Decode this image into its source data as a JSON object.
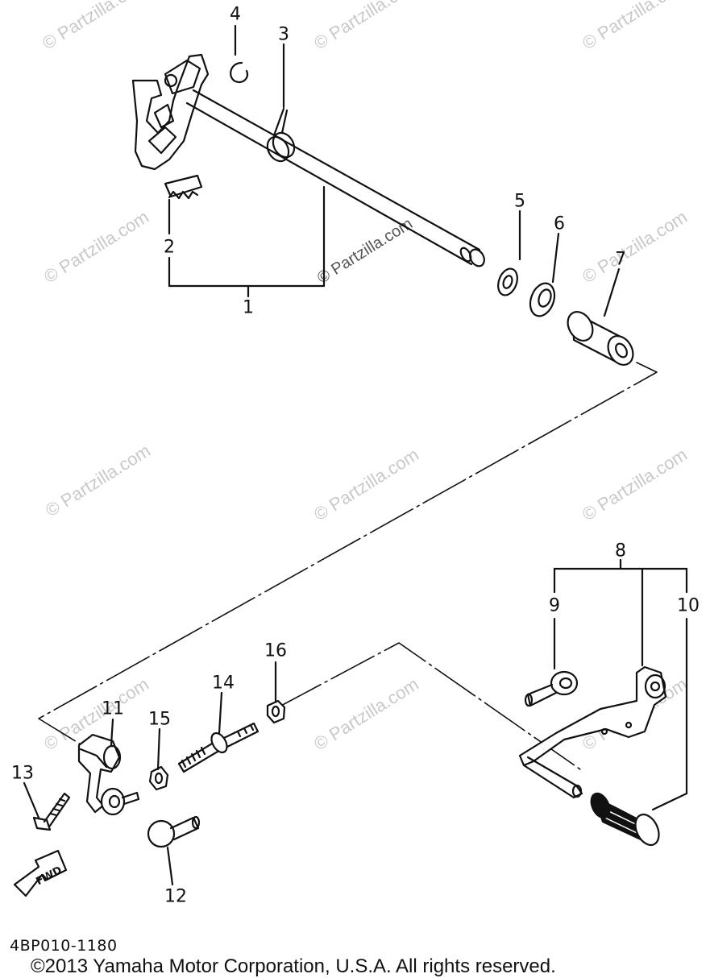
{
  "watermark_text": "© Partzilla.com",
  "callouts": {
    "c1": "1",
    "c2": "2",
    "c3": "3",
    "c4": "4",
    "c5": "5",
    "c6": "6",
    "c7": "7",
    "c8": "8",
    "c9": "9",
    "c10": "10",
    "c11": "11",
    "c12": "12",
    "c13": "13",
    "c14": "14",
    "c15": "15",
    "c16": "16"
  },
  "fwd_label": "FWD",
  "part_code": "4BP010-1180",
  "copyright": "©2013  Yamaha Motor Corporation, U.S.A. All rights reserved."
}
